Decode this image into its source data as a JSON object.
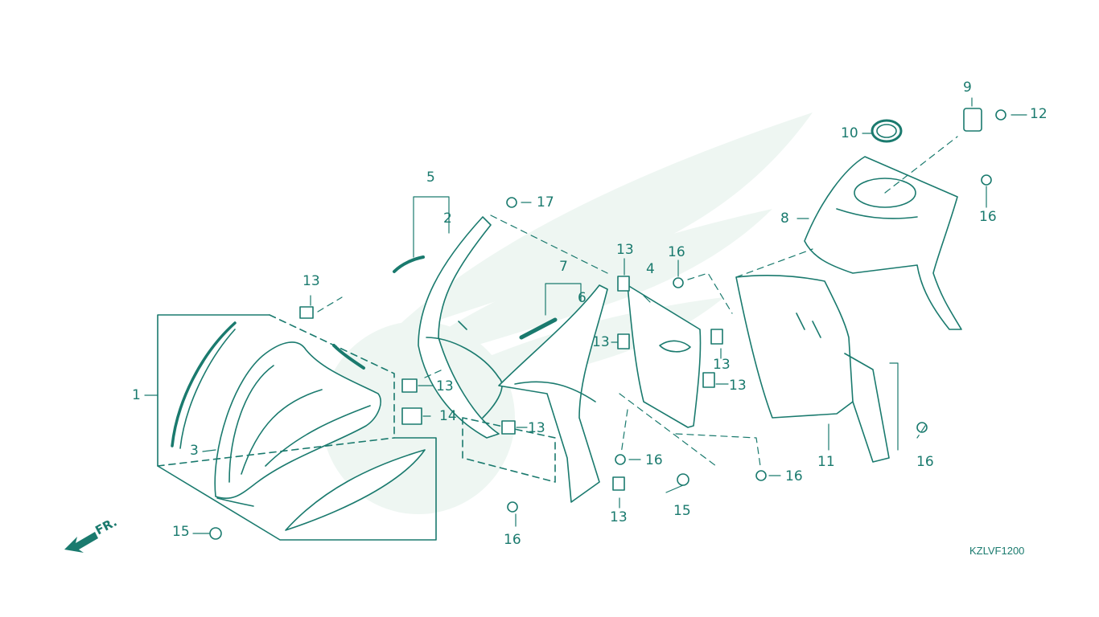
{
  "diagram_code": "KZLVF1200",
  "direction_label": "FR.",
  "colors": {
    "line": "#1a7a6e",
    "fill": "#ffffff",
    "watermark": "#eef6f2"
  },
  "icons": [
    "front-direction-arrow-icon",
    "watermark-wing-logo"
  ],
  "callouts": {
    "c1": "1",
    "c2": "2",
    "c3": "3",
    "c4": "4",
    "c5": "5",
    "c6": "6",
    "c7": "7",
    "c8": "8",
    "c9": "9",
    "c10": "10",
    "c11": "11",
    "c12": "12",
    "c13a": "13",
    "c13b": "13",
    "c13c": "13",
    "c13d": "13",
    "c13e": "13",
    "c13f": "13",
    "c13g": "13",
    "c13h": "13",
    "c14": "14",
    "c15a": "15",
    "c15b": "15",
    "c16a": "16",
    "c16b": "16",
    "c16c": "16",
    "c16d": "16",
    "c16e": "16",
    "c16f": "16",
    "c17": "17"
  }
}
